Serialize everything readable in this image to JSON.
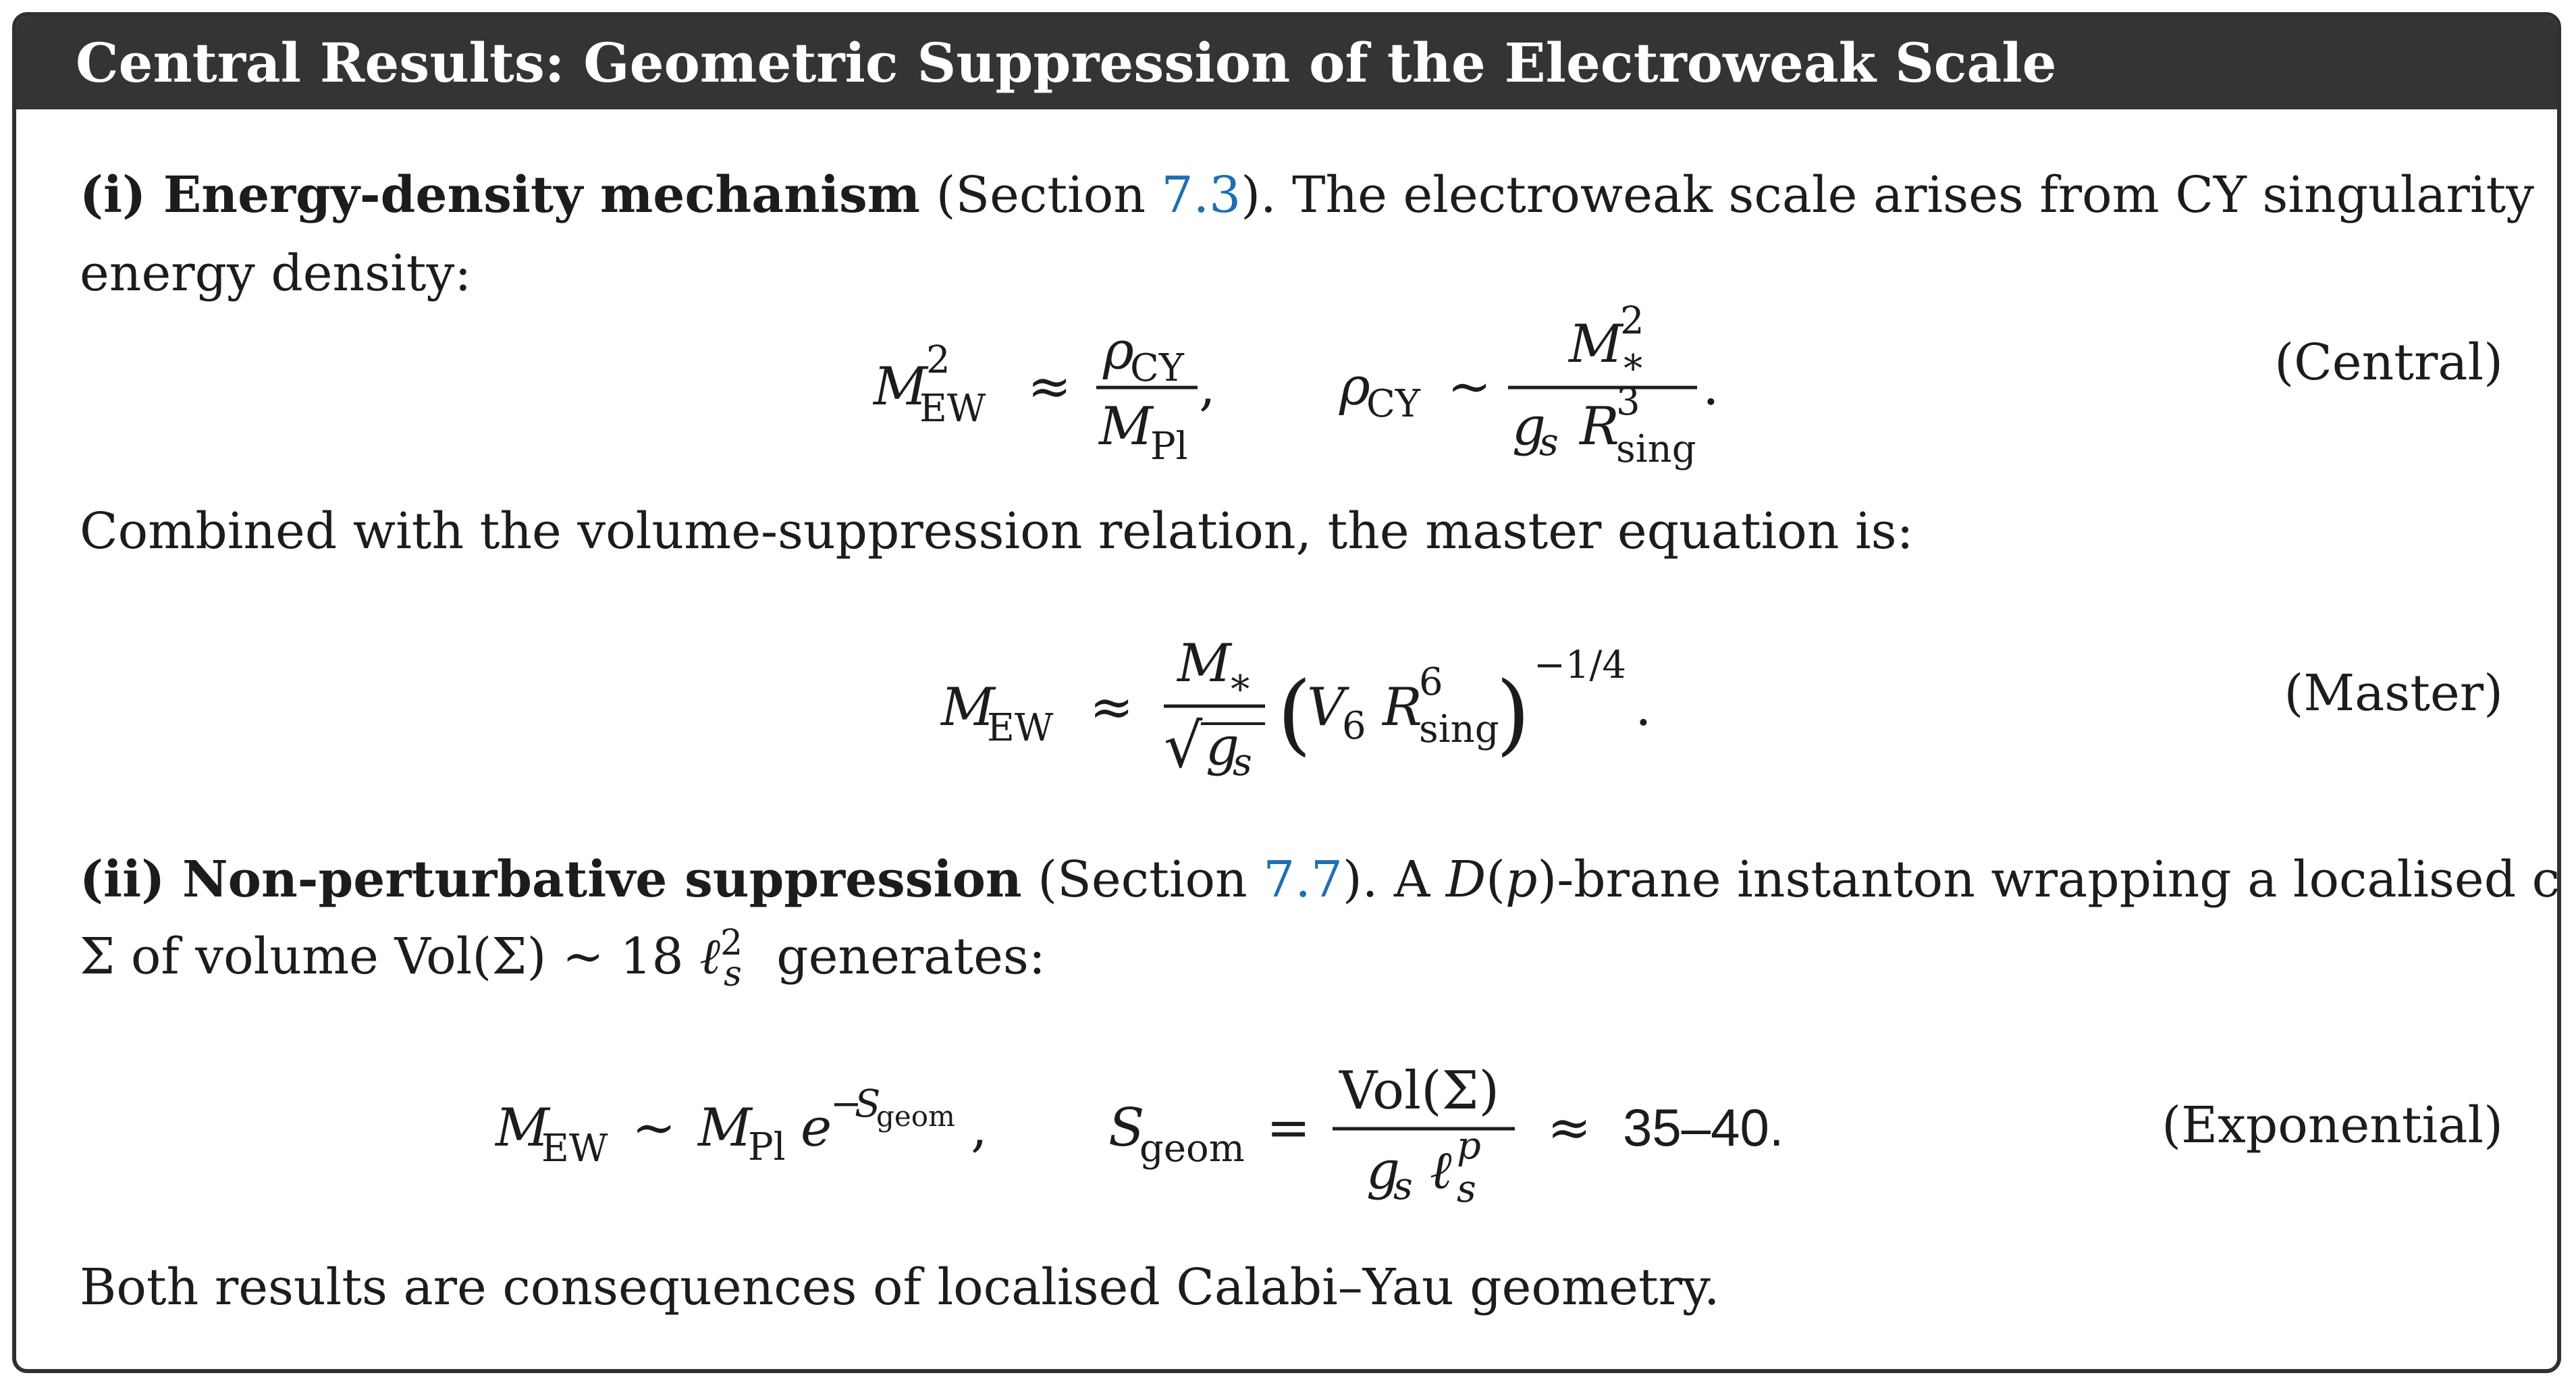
{
  "header": {
    "title": "Central Results: Geometric Suppression of the Electroweak Scale"
  },
  "section_i": {
    "label": "(i) Energy-density mechanism",
    "line1_pre": "(Section ",
    "line1_ref": "7.3",
    "line1_post": ").  The electroweak scale arises from CY singularity",
    "line2": "energy density:",
    "eq_tag": "(Central)"
  },
  "combined_text": "Combined with the volume-suppression relation, the master equation is:",
  "master_tag": "(Master)",
  "section_ii": {
    "label": "(ii) Non-perturbative suppression",
    "line1_pre": "(Section ",
    "line1_ref": "7.7",
    "line1_post": "). A ",
    "line1_tail": "-brane instanton wrapping a localised cycle",
    "line2_pre": "Σ of volume Vol(Σ) ∼ 18 ",
    "line2_post": " generates:",
    "eq_tag": "(Exponential)"
  },
  "footer_text": "Both results are consequences of localised Calabi–Yau geometry.",
  "equations": {
    "ew_M": "M",
    "sub_EW": "EW",
    "sup_2": "2",
    "sup_3": "3",
    "sup_6": "6",
    "approx": "≈",
    "sim": "∼",
    "equals": "=",
    "rho": "ρ",
    "sub_CY": "CY",
    "sub_Pl": "Pl",
    "star": "∗",
    "g": "g",
    "s": "s",
    "R": "R",
    "sub_sing": "sing",
    "V": "V",
    "sub_6": "6",
    "exp_master": "−1/4",
    "e": "e",
    "minus": "−",
    "S": "S",
    "sub_geom": "geom",
    "vol_sigma": "Vol(Σ)",
    "ell": "ℓ",
    "p": "p",
    "range": "35–40.",
    "comma": ",",
    "period": ".",
    "sqrt": "√",
    "D": "D",
    "paren_l": "(",
    "paren_r": ")"
  }
}
